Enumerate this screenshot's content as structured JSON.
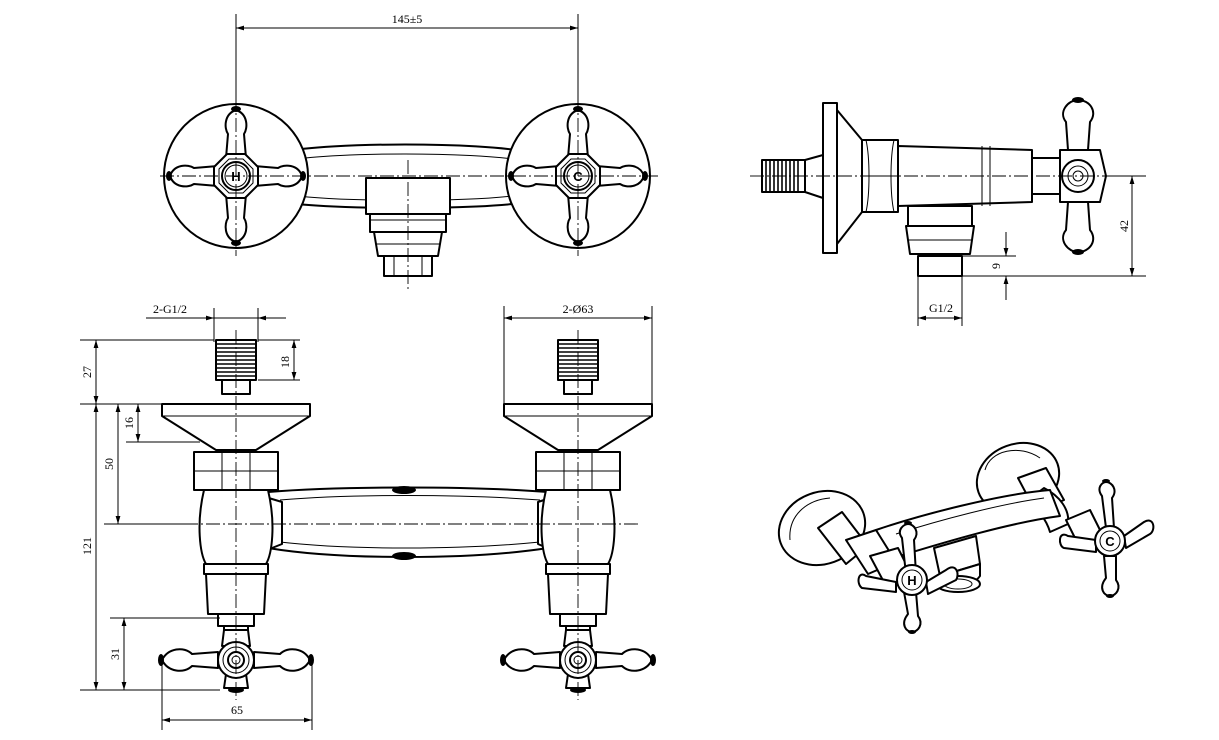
{
  "dimensions": {
    "top_center_distance": "145±5",
    "inlet_thread": "2-G1/2",
    "flange_diameter": "2-Ø63",
    "outlet_thread": "G1/2",
    "side_offset": "42",
    "outlet_length": "9",
    "thread_length": "18",
    "top_height": "27",
    "flange_to_body": "16",
    "flange_to_axis": "50",
    "overall_height": "121",
    "handle_height": "31",
    "handle_width": "65"
  },
  "knob_labels": {
    "hot": "H",
    "cold": "C"
  }
}
